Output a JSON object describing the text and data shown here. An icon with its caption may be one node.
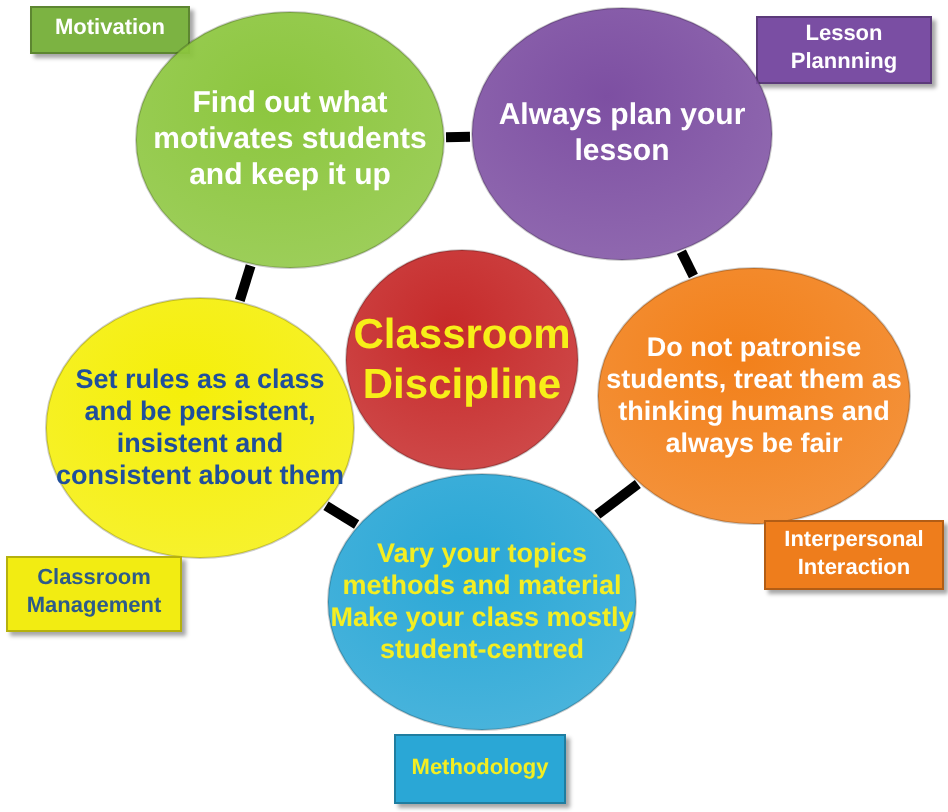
{
  "diagram": {
    "nodes": [
      {
        "text": [
          "Motivation"
        ]
      },
      {
        "text": [
          "Lesson Plannning"
        ]
      },
      {
        "text": [
          "Find out what motivates students and keep it up"
        ]
      },
      {
        "text": [
          "Always plan your lesson"
        ]
      },
      {
        "text": [
          "Classroom Discipline"
        ]
      },
      {
        "text": [
          "Set rules as a class and be persistent, insistent and consistent about them"
        ]
      },
      {
        "text": [
          "Do not patronise students, treat them as thinking humans and always be fair"
        ]
      },
      {
        "text": [
          "Vary your topics methods and material Make your class mostly student-centred"
        ]
      },
      {
        "text": [
          "Interpersonal Interaction"
        ]
      },
      {
        "text": [
          "Classroom Management"
        ]
      },
      {
        "text": [
          "Methodology"
        ]
      }
    ],
    "edges": [
      {
        "from": 2,
        "to": 3,
        "arrow": "none"
      },
      {
        "from": 3,
        "to": 6,
        "arrow": "none"
      },
      {
        "from": 6,
        "to": 7,
        "arrow": "none"
      },
      {
        "from": 7,
        "to": 5,
        "arrow": "none"
      },
      {
        "from": 5,
        "to": 2,
        "arrow": "none"
      }
    ]
  }
}
